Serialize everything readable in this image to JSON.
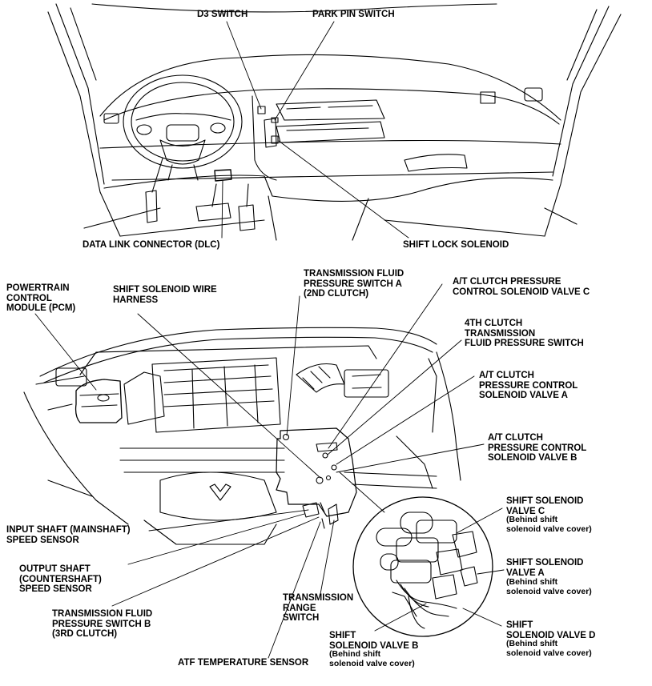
{
  "labels": {
    "d3_switch": "D3 SWITCH",
    "park_pin_switch": "PARK PIN SWITCH",
    "dlc": "DATA LINK CONNECTOR (DLC)",
    "shift_lock_solenoid": "SHIFT LOCK SOLENOID",
    "pcm": "POWERTRAIN\nCONTROL\nMODULE (PCM)",
    "wire_harness": "SHIFT SOLENOID WIRE\nHARNESS",
    "tfps_a": "TRANSMISSION FLUID\nPRESSURE SWITCH A\n(2ND CLUTCH)",
    "at_valve_c": "A/T CLUTCH PRESSURE\nCONTROL SOLENOID VALVE C",
    "fourth_clutch": "4TH CLUTCH\nTRANSMISSION\nFLUID PRESSURE SWITCH",
    "at_valve_a": "A/T CLUTCH\nPRESSURE CONTROL\nSOLENOID VALVE A",
    "at_valve_b": "A/T CLUTCH\nPRESSURE CONTROL\nSOLENOID VALVE B",
    "shift_valve_c": "SHIFT SOLENOID\nVALVE C",
    "shift_valve_c_note": "(Behind shift\nsolenoid valve cover)",
    "shift_valve_a": "SHIFT SOLENOID\nVALVE A",
    "shift_valve_a_note": "(Behind shift\nsolenoid valve cover)",
    "input_shaft": "INPUT SHAFT (MAINSHAFT)\nSPEED SENSOR",
    "output_shaft": "OUTPUT SHAFT\n(COUNTERSHAFT)\nSPEED SENSOR",
    "range_switch": "TRANSMISSION\nRANGE\nSWITCH",
    "tfps_b": "TRANSMISSION FLUID\nPRESSURE SWITCH B\n(3RD CLUTCH)",
    "shift_valve_d": "SHIFT\nSOLENOID VALVE D",
    "shift_valve_d_note": "(Behind shift\nsolenoid valve cover)",
    "shift_valve_b": "SHIFT\nSOLENOID VALVE B",
    "shift_valve_b_note": "(Behind shift\nsolenoid valve cover)",
    "atf_temp": "ATF TEMPERATURE SENSOR"
  }
}
